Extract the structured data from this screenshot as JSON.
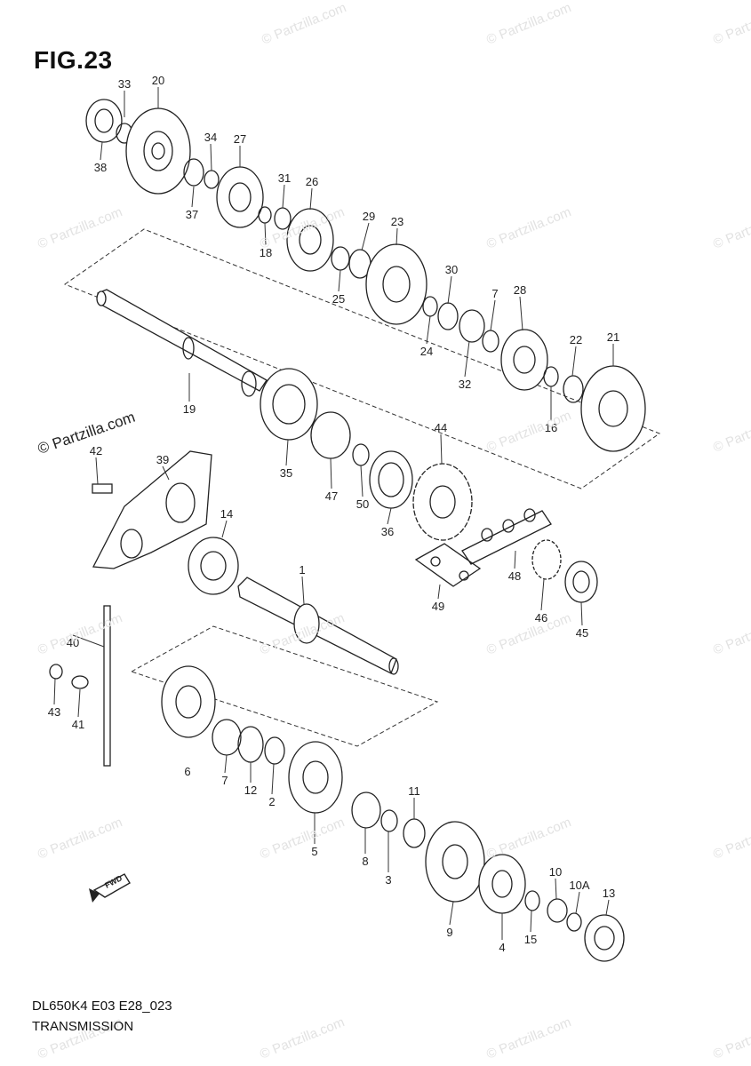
{
  "figure": {
    "title": "FIG.23",
    "code": "DL650K4 E03 E28_023",
    "name": "TRANSMISSION",
    "fwd_label": "FWD"
  },
  "watermark": {
    "main": "© Partzilla.com",
    "repeat": "© Partzilla.com"
  },
  "part_labels": [
    "33",
    "20",
    "38",
    "34",
    "27",
    "37",
    "31",
    "26",
    "18",
    "29",
    "23",
    "25",
    "30",
    "7",
    "28",
    "24",
    "32",
    "22",
    "21",
    "16",
    "19",
    "35",
    "47",
    "50",
    "36",
    "44",
    "42",
    "39",
    "14",
    "48",
    "46",
    "45",
    "49",
    "1",
    "40",
    "43",
    "41",
    "6",
    "7",
    "12",
    "2",
    "5",
    "8",
    "11",
    "3",
    "9",
    "4",
    "10",
    "15",
    "10A",
    "13"
  ]
}
